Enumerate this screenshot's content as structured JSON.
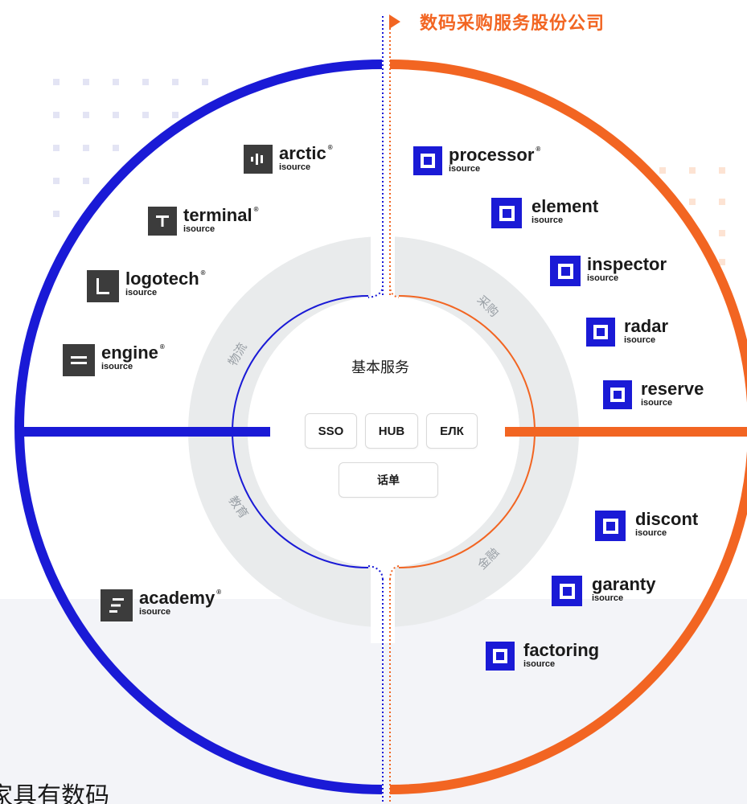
{
  "header": {
    "title": "数码采购服务股份公司"
  },
  "center": {
    "title": "基本服务",
    "services": [
      "SSO",
      "HUB",
      "ЕЛК"
    ],
    "billing": "话单"
  },
  "segments": {
    "logistics": "物流",
    "procurement": "采购",
    "education": "教育",
    "finance": "金融"
  },
  "brands_left": [
    {
      "name": "arctic",
      "sub": "isource",
      "reg": "®",
      "icon": "bars-icon"
    },
    {
      "name": "terminal",
      "sub": "isource",
      "reg": "®",
      "icon": "t-letter-icon"
    },
    {
      "name": "logotech",
      "sub": "isource",
      "reg": "®",
      "icon": "l-corner-icon"
    },
    {
      "name": "engine",
      "sub": "isource",
      "reg": "®",
      "icon": "equals-icon"
    },
    {
      "name": "academy",
      "sub": "isource",
      "reg": "®",
      "icon": "e-steps-icon"
    }
  ],
  "brands_right": [
    {
      "name": "processor",
      "sub": "isource",
      "reg": "®",
      "icon": "square-icon"
    },
    {
      "name": "element",
      "sub": "isource",
      "icon": "square-icon"
    },
    {
      "name": "inspector",
      "sub": "isource",
      "icon": "square-icon"
    },
    {
      "name": "radar",
      "sub": "isource",
      "icon": "square-icon"
    },
    {
      "name": "reserve",
      "sub": "isource",
      "icon": "square-icon"
    },
    {
      "name": "discont",
      "sub": "isource",
      "icon": "square-icon"
    },
    {
      "name": "garanty",
      "sub": "isource",
      "icon": "square-icon"
    },
    {
      "name": "factoring",
      "sub": "isource",
      "icon": "square-icon"
    }
  ],
  "footer": {
    "text": "家具有数码"
  },
  "colors": {
    "blue": "#1a1ad6",
    "orange": "#f26522",
    "ring_gray": "#e9ebec",
    "icon_gray": "#3c3c3c"
  }
}
